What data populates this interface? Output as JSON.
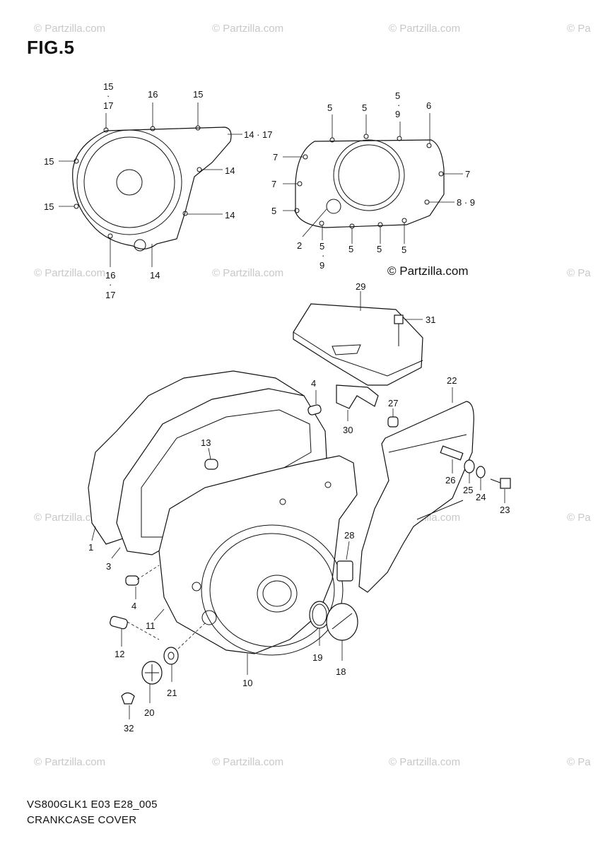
{
  "figure": {
    "title": "FIG.5",
    "copyright": "© Partzilla.com",
    "footer_code": "VS800GLK1 E03 E28_005",
    "footer_name": "CRANKCASE COVER"
  },
  "watermark_text": "© Partzilla.com",
  "watermark_partial": "© Pa",
  "callouts": {
    "c15a": "15",
    "c15a_dot": "·",
    "c17a": "17",
    "c16a": "16",
    "c15b": "15",
    "c14_17": "14 · 17",
    "c15c": "15",
    "c14a": "14",
    "c15d": "15",
    "c14b": "14",
    "c16b": "16",
    "c16b_dot": "·",
    "c17b": "17",
    "c14c": "14",
    "r5a": "5",
    "r5b": "5",
    "r5c": "5",
    "r5c_dot": "·",
    "r9a": "9",
    "r6": "6",
    "r7a": "7",
    "r7b": "7",
    "r7c": "7",
    "r5d": "5",
    "r8_9": "8 · 9",
    "r2": "2",
    "r5e": "5",
    "r5e_dot": "·",
    "r9b": "9",
    "r5f": "5",
    "r5g": "5",
    "r5h": "5",
    "p29": "29",
    "p31": "31",
    "p4a": "4",
    "p30": "30",
    "p22": "22",
    "p27": "27",
    "p13": "13",
    "p26": "26",
    "p25": "25",
    "p24": "24",
    "p23": "23",
    "p1": "1",
    "p3": "3",
    "p28": "28",
    "p4b": "4",
    "p11": "11",
    "p12": "12",
    "p19": "19",
    "p18": "18",
    "p10": "10",
    "p21": "21",
    "p20": "20",
    "p32": "32"
  }
}
